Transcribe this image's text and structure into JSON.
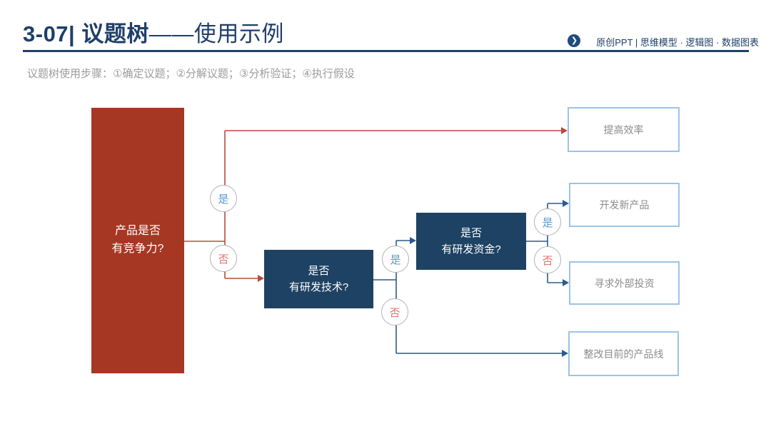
{
  "slide": {
    "title_bold": "3-07| 议题树",
    "title_regular": "——使用示例",
    "badge": {
      "icon": "chevron-right-icon",
      "text": "原创PPT | 思维模型 · 逻辑图 · 数据图表",
      "chevron": "❯"
    },
    "subtitle": "议题树使用步骤：①确定议题；②分解议题；③分析验证；④执行假设"
  },
  "colors": {
    "title_navy": "#1F3F68",
    "root_red": "#A63723",
    "red_line": "#BB4A3F",
    "decision_navy": "#1E4263",
    "blue_line": "#2B5A8E",
    "outcome_border": "#9DC3E6",
    "outcome_text": "#8C8C8C",
    "yes_text": "#5B9BD5",
    "no_text": "#E2736C"
  },
  "diagram": {
    "root": {
      "line1": "产品是否",
      "line2": "有竞争力?"
    },
    "decision_tech": {
      "line1": "是否",
      "line2": "有研发技术?"
    },
    "decision_fund": {
      "line1": "是否",
      "line2": "有研发资金?"
    },
    "outcome_efficiency": "提高效率",
    "outcome_new_product": "开发新产品",
    "outcome_investment": "寻求外部投资",
    "outcome_revamp": "整改目前的产品线",
    "yes": "是",
    "no": "否"
  }
}
